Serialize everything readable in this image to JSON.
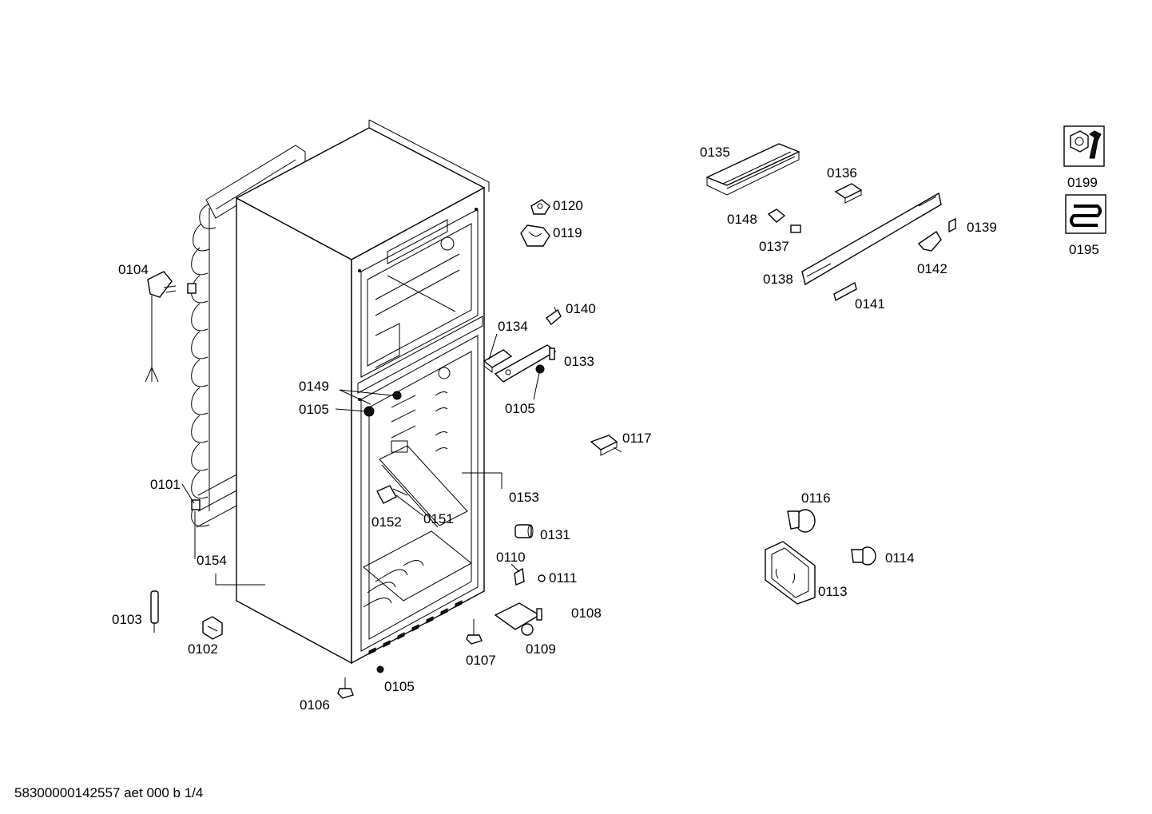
{
  "labels": {
    "l0135": "0135",
    "l0136": "0136",
    "l0148": "0148",
    "l0137": "0137",
    "l0138": "0138",
    "l0141": "0141",
    "l0142": "0142",
    "l0139": "0139",
    "l0199": "0199",
    "l0195": "0195",
    "l0120": "0120",
    "l0119": "0119",
    "l0104": "0104",
    "l0140": "0140",
    "l0134": "0134",
    "l0133": "0133",
    "l0149": "0149",
    "l0105a": "0105",
    "l0105b": "0105",
    "l0105c": "0105",
    "l0117": "0117",
    "l0101": "0101",
    "l0153": "0153",
    "l0152": "0152",
    "l0151": "0151",
    "l0131": "0131",
    "l0116": "0116",
    "l0110": "0110",
    "l0111": "0111",
    "l0114": "0114",
    "l0113": "0113",
    "l0154": "0154",
    "l0108": "0108",
    "l0103": "0103",
    "l0102": "0102",
    "l0107": "0107",
    "l0109": "0109",
    "l0106": "0106"
  },
  "footer": "58300000142557 aet 000 b 1/4"
}
